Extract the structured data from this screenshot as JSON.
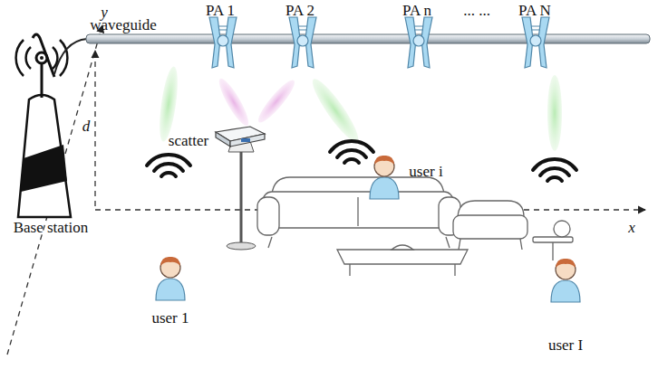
{
  "diagram": {
    "labels": [
      "y",
      "PA 1",
      "PA 2",
      "PA n",
      "... ...",
      "PA N",
      "waveguide",
      "d",
      "scatter",
      "user i",
      "x",
      "Base station",
      "user 1",
      "user I"
    ]
  }
}
